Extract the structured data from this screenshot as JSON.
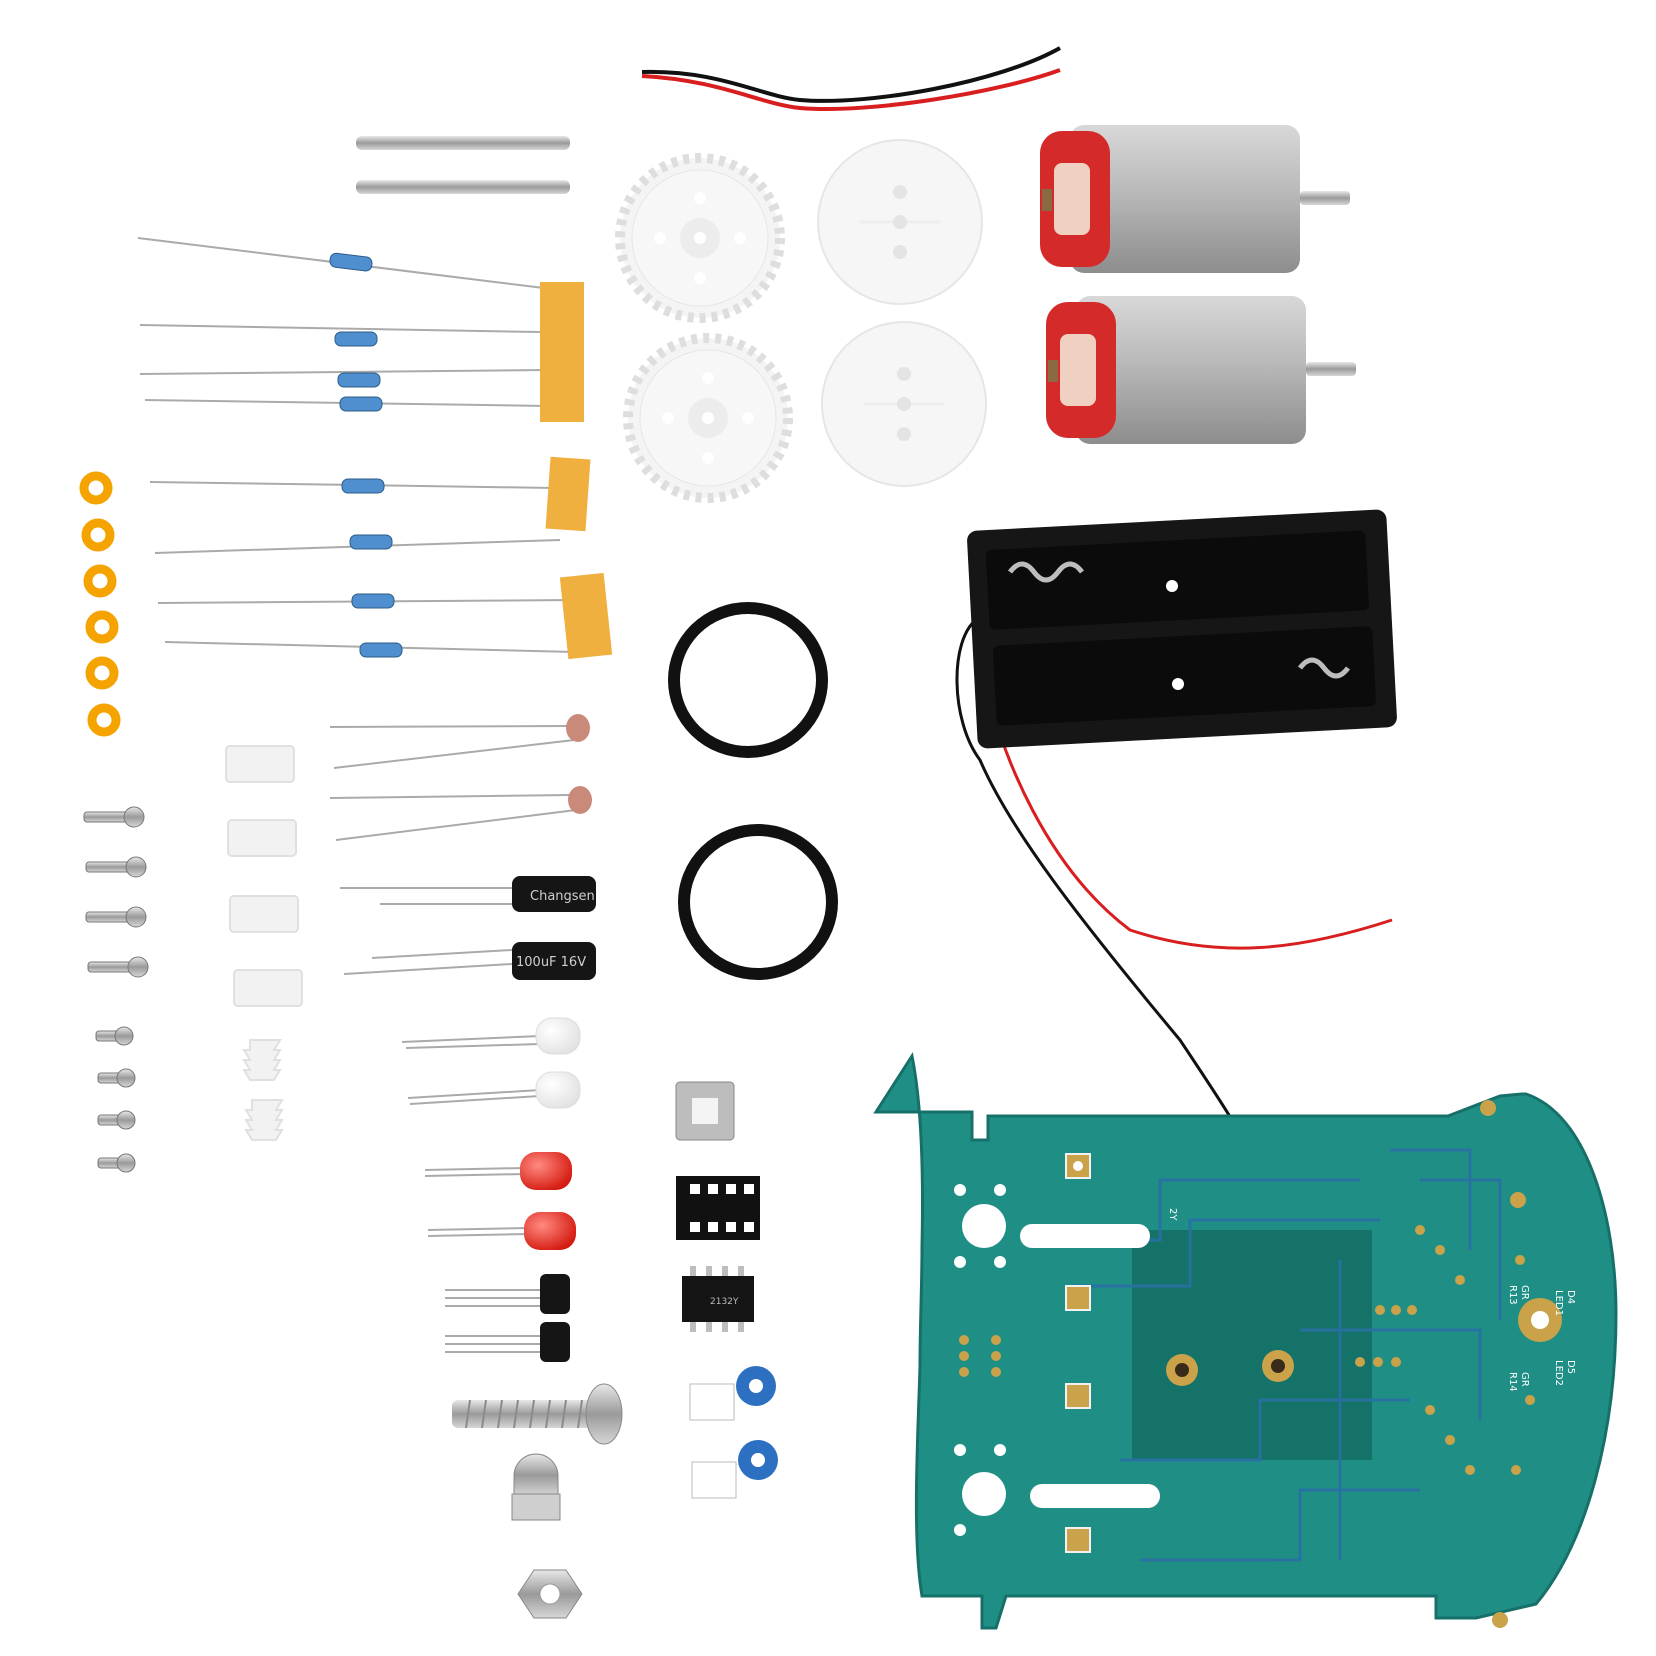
{
  "image": {
    "kind": "product photo",
    "background": "#ffffff"
  },
  "printed_text": {
    "capacitor_1": "Changsen",
    "capacitor_2": "100uF 16V",
    "chip": "2132Y",
    "pcb_marks": [
      "D4",
      "LED1",
      "GR",
      "R13",
      "D5",
      "LED2",
      "GR",
      "R14",
      "2Y"
    ]
  },
  "colors": {
    "pcb": "#1f8f86",
    "pcb_dark": "#0f6158",
    "trace": "#2a6fa4",
    "gold": "#c9a24a",
    "motor_cap": "#d42a2a",
    "washer": "#f5a300",
    "tape": "#f0b040",
    "led_red": "#e8281e"
  }
}
